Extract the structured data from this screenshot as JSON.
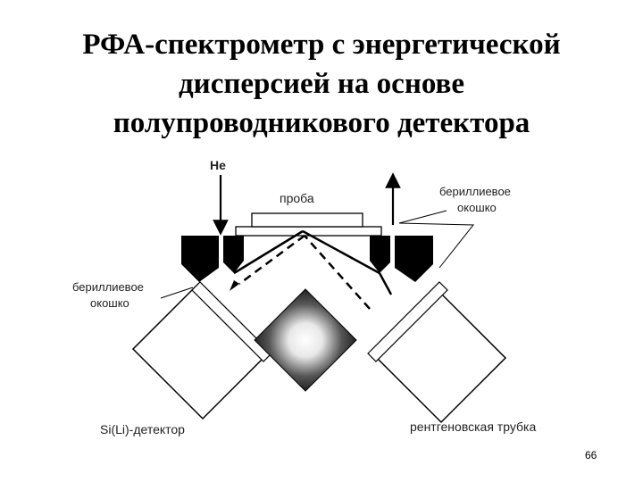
{
  "slide": {
    "title_lines": [
      "РФА-спектрометр с энергетической",
      "дисперсией на основе",
      "полупроводникового детектора"
    ],
    "page_number": "66"
  },
  "diagram": {
    "labels": {
      "gas": "He",
      "sample": "проба",
      "window_right_line1": "бериллиевое",
      "window_right_line2": "окошко",
      "window_left_line1": "бериллиевое",
      "window_left_line2": "окошко",
      "detector": "Si(Li)-детектор",
      "xray_tube": "рентгеновская трубка"
    }
  }
}
